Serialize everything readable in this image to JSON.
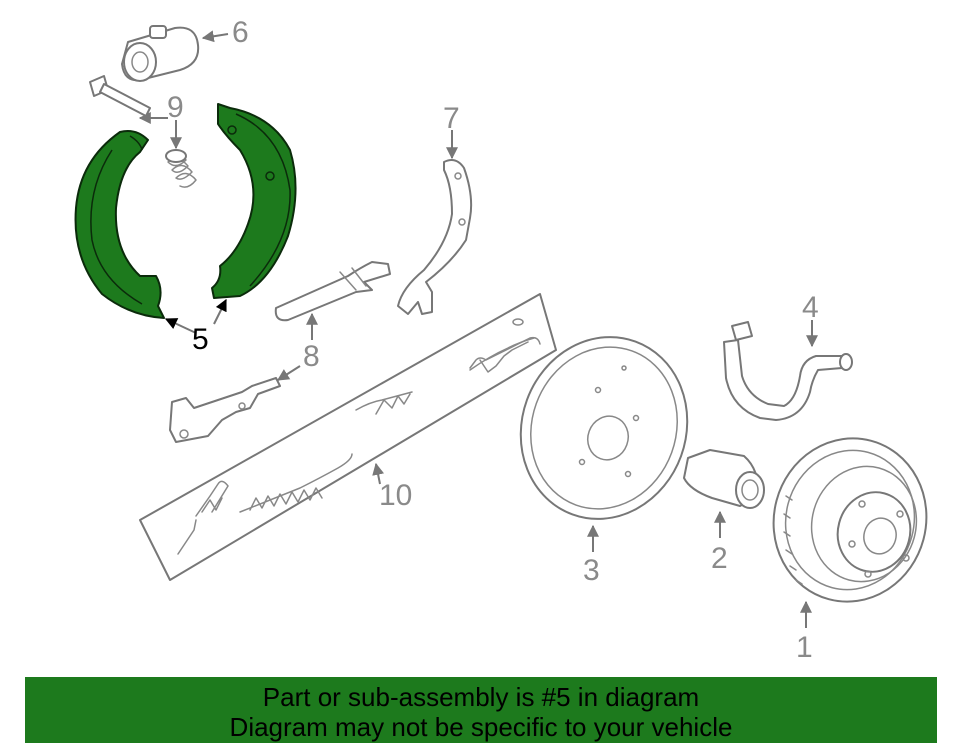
{
  "callouts": {
    "c1": "1",
    "c2": "2",
    "c3": "3",
    "c4": "4",
    "c5": "5",
    "c6": "6",
    "c7": "7",
    "c8": "8",
    "c9": "9",
    "c10": "10"
  },
  "highlight_part": "5",
  "colors": {
    "highlight": "#1d7a1d",
    "linework": "#777777",
    "callout_text": "#8a8a8a",
    "highlight_callout_text": "#000000"
  },
  "banner": {
    "line1": "Part or sub-assembly is #5 in diagram",
    "line2": "Diagram may not be specific to your vehicle"
  }
}
